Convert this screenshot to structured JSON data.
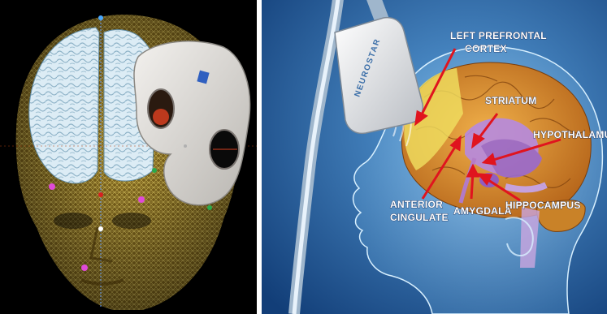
{
  "left_image": {
    "description_icon": "wireframe-head-with-tms-coil"
  },
  "right_image": {
    "coil_brand": "NEUROSTAR",
    "labels": {
      "left_prefrontal_cortex_line1": "LEFT PREFRONTAL",
      "left_prefrontal_cortex_line2": "CORTEX",
      "striatum": "STRIATUM",
      "hypothalamus": "HYPOTHALAMUS",
      "anterior_cingulate_line1": "ANTERIOR",
      "anterior_cingulate_line2": "CINGULATE",
      "amygdala": "AMYGDALA",
      "hippocampus": "HIPPOCAMPUS"
    }
  },
  "colors": {
    "arrow": "#e0141e",
    "brain_orange": "#d98a2a",
    "limbic_purple": "#a77ad8",
    "wireframe_gold": "#c9a83a",
    "brain_white": "#dfeef7",
    "background_blue": "#2a6fb0"
  }
}
